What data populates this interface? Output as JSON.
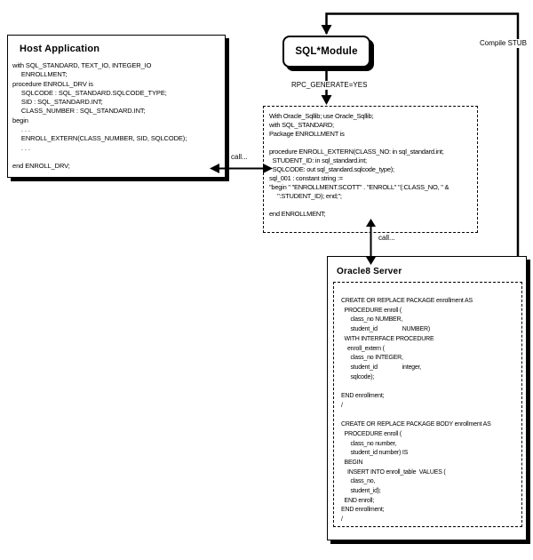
{
  "colors": {
    "line": "#000000",
    "background": "#ffffff"
  },
  "host_app": {
    "title": "Host Application",
    "code": [
      "with SQL_STANDARD, TEXT_IO, INTEGER_IO",
      "     ENROLLMENT;",
      "procedure ENROLL_DRV is",
      "     SQLCODE : SQL_STANDARD.SQLCODE_TYPE;",
      "     SID : SQL_STANDARD.INT;",
      "     CLASS_NUMBER : SQL_STANDARD.INT;",
      "begin",
      "     . . .",
      "     ENROLL_EXTERN(CLASS_NUMBER, SID, SQLCODE);",
      "     . . .",
      "",
      "end ENROLL_DRV;"
    ]
  },
  "sql_module": {
    "title": "SQL*Module"
  },
  "module_spec": {
    "code": [
      "With Oracle_Sqllib; use Oracle_Sqllib;",
      "with SQL_STANDARD;",
      "Package ENROLLMENT is",
      "",
      "procedure ENROLL_EXTERN(CLASS_NO: in sql_standard.int;",
      "  STUDENT_ID: in sql_standard.int;",
      "  SQLCODE: out sql_standard.sqlcode_type);",
      "sql_001 : constant string :=",
      "\"begin \" \"ENROLLMENT.SCOTT\" . \"ENROLL\" \"(:CLASS_NO, \" &",
      "     \":STUDENT_ID); end;\";",
      "",
      "end ENROLLMENT;"
    ]
  },
  "oracle_server": {
    "title": "Oracle8 Server",
    "code": [
      "CREATE OR REPLACE PACKAGE enrollment AS",
      "  PROCEDURE enroll (",
      "      class_no NUMBER,",
      "      student_id                NUMBER)",
      "  WITH INTERFACE PROCEDURE",
      "    enroll_extern (",
      "      class_no INTEGER,",
      "      student_id                integer,",
      "      sqlcode);",
      "",
      "END enrollment;",
      "/",
      "",
      "CREATE OR REPLACE PACKAGE BODY enrollment AS",
      "  PROCEDURE enroll (",
      "      class_no number,",
      "      student_id number) IS",
      "  BEGIN",
      "    INSERT INTO enroll_table  VALUES (",
      "      class_no,",
      "      student_id);",
      "  END enroll;",
      "END enrollment;",
      "/"
    ]
  },
  "labels": {
    "compile_stub": "Compile STUB",
    "rpc_generate": "RPC_GENERATE=YES",
    "call_host": "call...",
    "call_server": "call..."
  }
}
